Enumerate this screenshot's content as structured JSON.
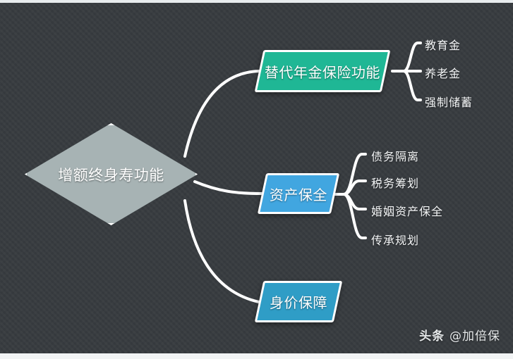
{
  "diagram": {
    "type": "mind-map",
    "background_color": "#383c40",
    "connector_color": "#ffffff",
    "center": {
      "label": "增额终身寿功能",
      "shape": "diamond",
      "fill": "#a7b3b4",
      "border": "#ffffff"
    },
    "branches": [
      {
        "label": "替代年金保险功能",
        "shape": "parallelogram",
        "fill": "#1fb795",
        "border": "#ffffff",
        "children": [
          {
            "label": "教育金"
          },
          {
            "label": "养老金"
          },
          {
            "label": "强制储蓄"
          }
        ]
      },
      {
        "label": "资产保全",
        "shape": "parallelogram",
        "fill": "#41a6e0",
        "border": "#ffffff",
        "children": [
          {
            "label": "债务隔离"
          },
          {
            "label": "税务筹划"
          },
          {
            "label": "婚姻资产保全"
          },
          {
            "label": "传承规划"
          }
        ]
      },
      {
        "label": "身价保障",
        "shape": "parallelogram",
        "fill": "#2f9dc6",
        "border": "#ffffff",
        "children": []
      }
    ]
  },
  "watermark": {
    "platform": "头条",
    "handle": "@加倍保"
  }
}
